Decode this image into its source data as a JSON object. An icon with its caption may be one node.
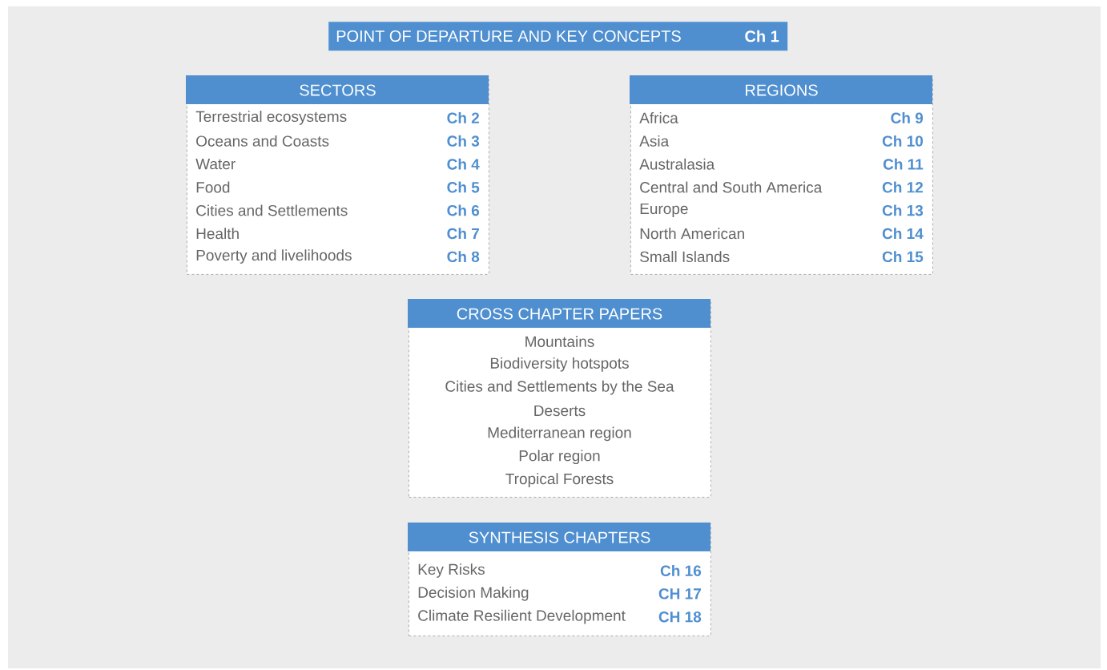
{
  "diagram": {
    "nodes": [
      {
        "text": [
          "POINT OF DEPARTURE AND KEY CONCEPTS",
          "Ch 1"
        ]
      },
      {
        "text": [
          "SECTORS",
          "Terrestrial ecosystems",
          "Ch 2",
          "Oceans and Coasts",
          "Ch 3",
          "Water",
          "Ch 4",
          "Food",
          "Ch 5",
          "Cities and Settlements",
          "Ch 6",
          "Health",
          "Ch 7",
          "Poverty and livelihoods",
          "Ch 8"
        ]
      },
      {
        "text": [
          "REGIONS",
          "Africa",
          "Ch 9",
          "Asia",
          "Ch 10",
          "Australasia",
          "Ch 11",
          "Central and South America",
          "Ch 12",
          "Europe",
          "Ch 13",
          "North American",
          "Ch 14",
          "Small Islands",
          "Ch 15"
        ]
      },
      {
        "text": [
          "CROSS CHAPTER PAPERS",
          "Mountains",
          "Biodiversity hotspots",
          "Cities and Settlements by the Sea",
          "Deserts",
          "Mediterranean region",
          "Polar region",
          "Tropical Forests"
        ]
      },
      {
        "text": [
          "SYNTHESIS CHAPTERS",
          "Key Risks",
          "Ch 16",
          "Decision Making",
          "CH 17",
          "Climate Resilient Development",
          "CH 18"
        ]
      }
    ]
  }
}
